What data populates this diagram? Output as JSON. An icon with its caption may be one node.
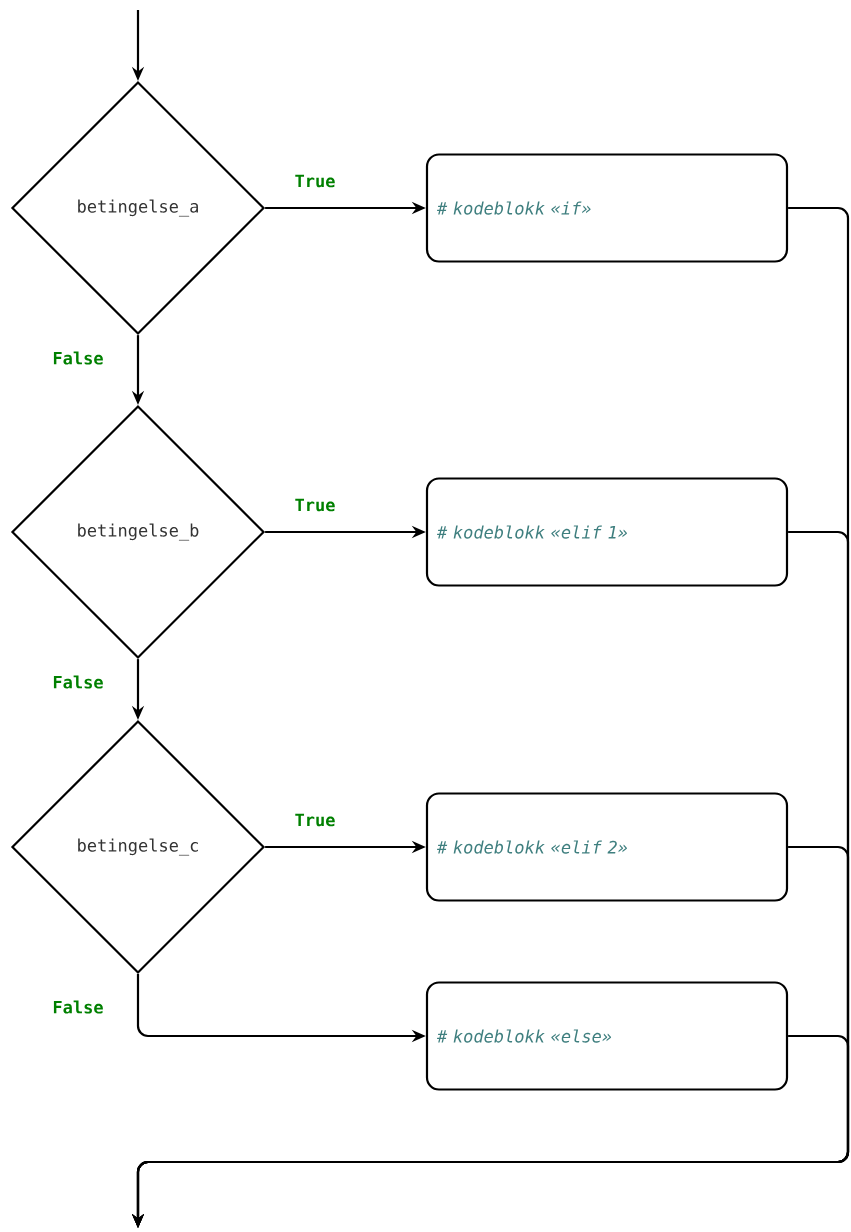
{
  "diagram": {
    "nodes": [
      {
        "text": [
          "betingelse_a"
        ]
      },
      {
        "text": [
          "# kodeblokk «if»"
        ]
      },
      {
        "text": [
          "betingelse_b"
        ]
      },
      {
        "text": [
          "# kodeblokk «elif 1»"
        ]
      },
      {
        "text": [
          "betingelse_c"
        ]
      },
      {
        "text": [
          "# kodeblokk «elif 2»"
        ]
      },
      {
        "text": [
          "# kodeblokk «else»"
        ]
      }
    ],
    "edges": [
      {
        "from": null,
        "to": 0,
        "arrow": "to"
      },
      {
        "from": 0,
        "to": 1,
        "arrow": "to",
        "label": "True"
      },
      {
        "from": 0,
        "to": 2,
        "arrow": "to",
        "label": "False"
      },
      {
        "from": 2,
        "to": 3,
        "arrow": "to",
        "label": "True"
      },
      {
        "from": 2,
        "to": 4,
        "arrow": "to",
        "label": "False"
      },
      {
        "from": 4,
        "to": 5,
        "arrow": "to",
        "label": "True"
      },
      {
        "from": 4,
        "to": 6,
        "arrow": "to",
        "label": "False"
      },
      {
        "from": 1,
        "to": null,
        "arrow": "to"
      },
      {
        "from": 3,
        "to": null,
        "arrow": "to"
      },
      {
        "from": 5,
        "to": null,
        "arrow": "to"
      },
      {
        "from": 6,
        "to": null,
        "arrow": "to"
      }
    ]
  }
}
